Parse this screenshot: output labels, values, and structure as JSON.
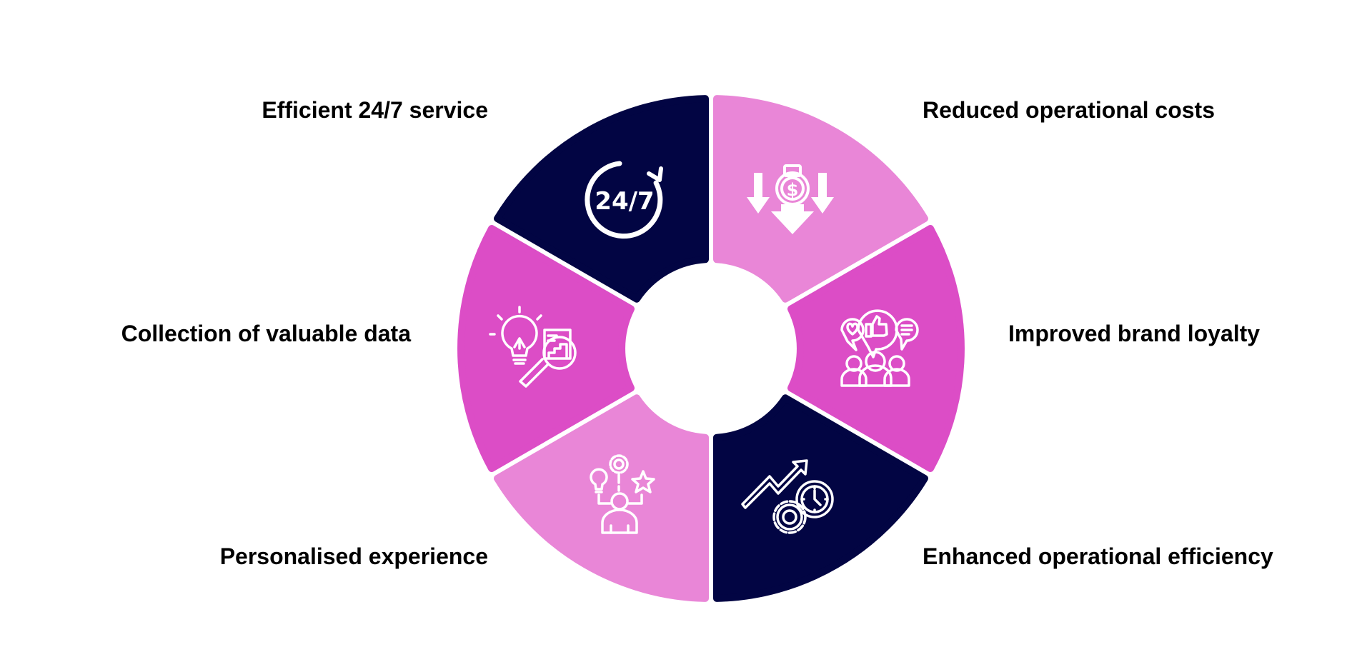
{
  "colors": {
    "navy": "#020543",
    "light_pink": "#E986D7",
    "magenta": "#DC4DC6",
    "icon_stroke": "#ffffff",
    "text": "#000000",
    "background": "#ffffff"
  },
  "segments": [
    {
      "id": "efficient-service",
      "label": "Efficient 24/7 service",
      "color": "#020543",
      "icon": "clock-24-7-icon",
      "icon_text": "24/7"
    },
    {
      "id": "reduced-costs",
      "label": "Reduced operational costs",
      "color": "#E986D7",
      "icon": "cost-reduction-icon"
    },
    {
      "id": "brand-loyalty",
      "label": "Improved brand loyalty",
      "color": "#DC4DC6",
      "icon": "customer-loyalty-icon"
    },
    {
      "id": "operational-efficiency",
      "label": "Enhanced operational efficiency",
      "color": "#020543",
      "icon": "efficiency-growth-icon"
    },
    {
      "id": "personalised-experience",
      "label": "Personalised experience",
      "color": "#E986D7",
      "icon": "personalised-user-icon"
    },
    {
      "id": "valuable-data",
      "label": "Collection of valuable data",
      "color": "#DC4DC6",
      "icon": "data-insight-icon"
    }
  ]
}
